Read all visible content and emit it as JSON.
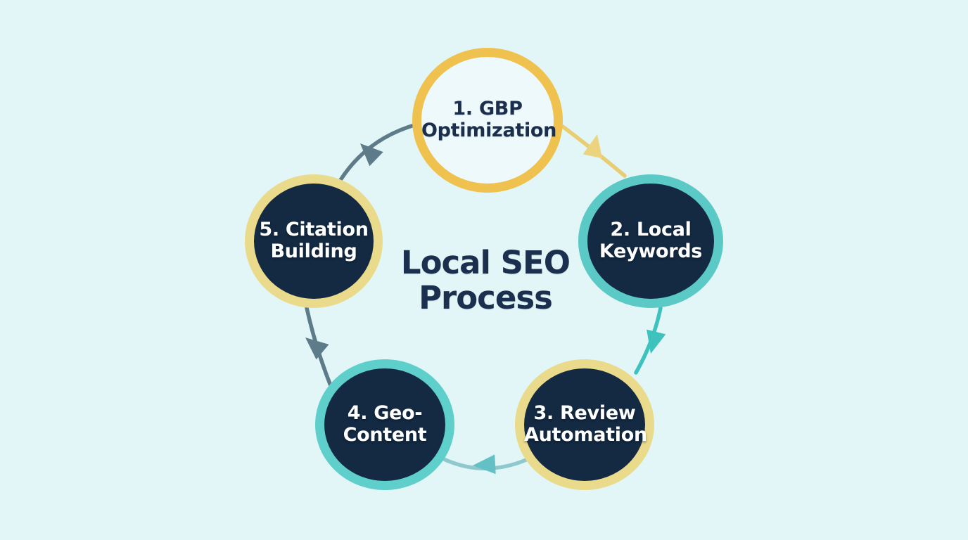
{
  "canvas": {
    "background": "#E2F6F7"
  },
  "title": {
    "text": "Local SEO Process",
    "color": "#1B2F4E"
  },
  "steps": [
    {
      "label": "1. GBP Optimization",
      "fill": "#EDF9FB",
      "ring": "#EFC24F",
      "text_color": "#1B2E4C"
    },
    {
      "label": "2. Local Keywords",
      "fill": "#132A42",
      "ring": "#5BCAC6",
      "text_color": "#FFFFFF"
    },
    {
      "label": "3. Review Automation",
      "fill": "#132A42",
      "ring": "#EADB8C",
      "text_color": "#FFFFFF"
    },
    {
      "label": "4. Geo-Content",
      "fill": "#132A42",
      "ring": "#5FCFCB",
      "text_color": "#FFFFFF"
    },
    {
      "label": "5. Citation Building",
      "fill": "#132A42",
      "ring": "#EADB8C",
      "text_color": "#FFFFFF"
    }
  ],
  "connectors": [
    {
      "from": "1. GBP Optimization",
      "to": "2. Local Keywords",
      "line_color": "#E9CD74",
      "arrow_color": "#ECD47F"
    },
    {
      "from": "2. Local Keywords",
      "to": "3. Review Automation",
      "line_color": "#3EC2BE",
      "arrow_color": "#3EC2BE"
    },
    {
      "from": "3. Review Automation",
      "to": "4. Geo-Content",
      "line_color": "#8FC9CE",
      "arrow_color": "#63C1C5"
    },
    {
      "from": "4. Geo-Content",
      "to": "5. Citation Building",
      "line_color": "#5E7B8A",
      "arrow_color": "#5E7B8A"
    },
    {
      "from": "5. Citation Building",
      "to": "1. GBP Optimization",
      "line_color": "#5E7B8A",
      "arrow_color": "#5E7B8A"
    }
  ]
}
